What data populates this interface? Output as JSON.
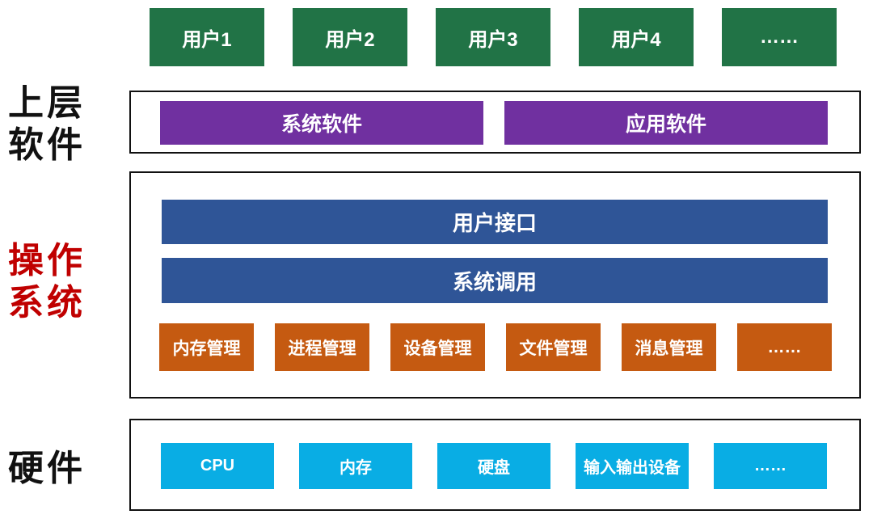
{
  "side_labels": {
    "upper_software": "上层\n软件",
    "operating_system": "操作\n系统",
    "hardware": "硬件"
  },
  "colors": {
    "user_box_green": "#217346",
    "software_purple": "#7030a0",
    "os_bar_blue": "#2f5597",
    "module_orange": "#c55a11",
    "hardware_cyan": "#09ade4",
    "os_label_red": "#c00000",
    "frame_border": "#111111"
  },
  "user_row": [
    "用户1",
    "用户2",
    "用户3",
    "用户4",
    "……"
  ],
  "software_row": [
    "系统软件",
    "应用软件"
  ],
  "os_layer": {
    "bar1": "用户接口",
    "bar2": "系统调用",
    "modules": [
      "内存管理",
      "进程管理",
      "设备管理",
      "文件管理",
      "消息管理",
      "……"
    ]
  },
  "hardware_row": [
    "CPU",
    "内存",
    "硬盘",
    "输入输出设备",
    "……"
  ]
}
